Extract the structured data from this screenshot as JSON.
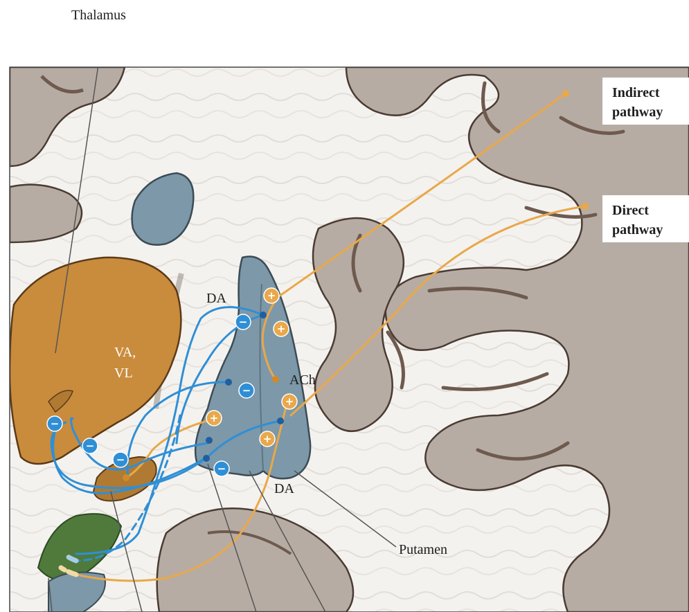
{
  "labels": {
    "thalamus": "Thalamus",
    "indirect_line1": "Indirect",
    "indirect_line2": "pathway",
    "direct_line1": "Direct",
    "direct_line2": "pathway",
    "va": "VA,",
    "vl": "VL",
    "da_top": "DA",
    "ach": "ACh",
    "da_bottom": "DA",
    "putamen": "Putamen"
  },
  "symbols": {
    "excitatory": "+",
    "inhibitory": "−"
  },
  "colors": {
    "excitatory_pathway": "#e9a84a",
    "inhibitory_pathway": "#2f8fd6",
    "gray_matter": "#b7aca3",
    "white_matter": "#f4f2ef",
    "thalamus_nucleus": "#c98b3c",
    "striatum_blue": "#7d98a8",
    "subthalamic_green": "#4f7a3c"
  }
}
